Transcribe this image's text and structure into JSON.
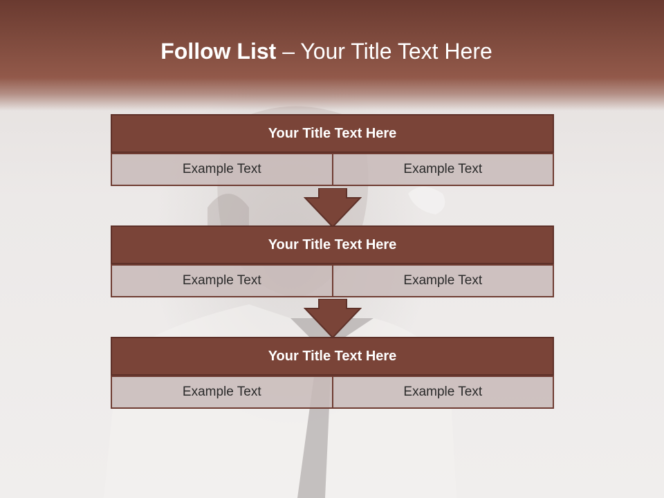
{
  "slide": {
    "title_bold": "Follow List",
    "title_rest": "– Your Title Text Here"
  },
  "blocks": [
    {
      "title": "Your Title Text Here",
      "left_text": "Example Text",
      "right_text": "Example Text"
    },
    {
      "title": "Your Title Text Here",
      "left_text": "Example Text",
      "right_text": "Example Text"
    },
    {
      "title": "Your Title Text Here",
      "left_text": "Example Text",
      "right_text": "Example Text"
    }
  ],
  "colors": {
    "header": "#7e4a3d",
    "block_title": "#7a4438",
    "cell": "#c8bab8",
    "arrow": "#7a4438"
  }
}
